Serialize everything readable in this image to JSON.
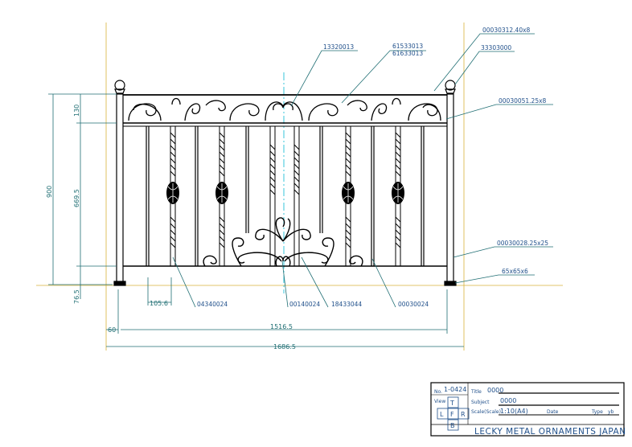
{
  "dimensions": {
    "total_height": "900",
    "top_band": "130",
    "mid_height": "669.5",
    "bottom_gap": "76.5",
    "picket_spacing": "105.6",
    "post_offset": "60",
    "inner_width": "1516.5",
    "overall_width": "1686.5"
  },
  "part_labels": {
    "top_scroll": "13320013",
    "top_scroll_2a": "61533013",
    "top_scroll_2b": "61633013",
    "post_cap": "00030312.40x8",
    "finial": "33303000",
    "top_rail": "00030051.25x8",
    "post": "00030028.25x25",
    "base_plate": "65x65x6",
    "twisted_bar": "04340024",
    "bottom_scroll": "00140024",
    "bottom_scroll_2": "18433044",
    "picket": "00030024"
  },
  "title_block": {
    "no_label": "No.",
    "no_value": "1-0424",
    "title_label": "Title",
    "title_value": "0000",
    "subject_label": "Subject",
    "subject_value": "0000",
    "view_label": "View",
    "view_t": "T",
    "view_l": "L",
    "view_f": "F",
    "view_r": "R",
    "view_b": "B",
    "scale_label": "Scale(Scale)",
    "scale_value": "1:10(A4)",
    "date_label": "Date",
    "type_label": "Type",
    "type_value": "yb",
    "company": "LECKY METAL ORNAMENTS JAPAN"
  },
  "colors": {
    "line": "#000000",
    "dimension": "#1f6e73",
    "centerline": "#22c0d8",
    "reference": "#d8b23a",
    "label": "#1f4f8a"
  }
}
